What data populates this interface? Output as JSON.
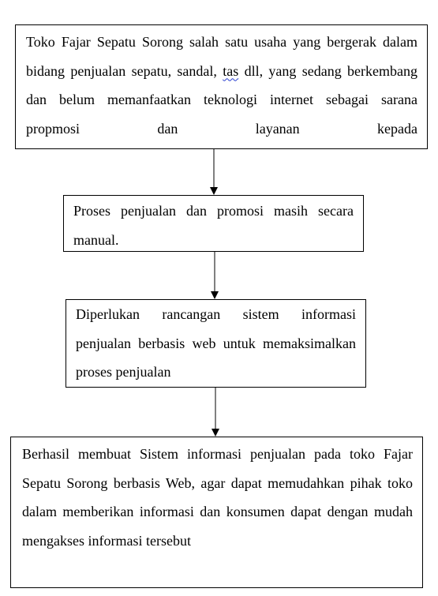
{
  "boxes": [
    {
      "text_before": "Toko Fajar Sepatu Sorong salah satu usaha yang bergerak dalam bidang penjualan sepatu, sandal, ",
      "text_flagged": "tas",
      "text_after": " dll, yang sedang berkembang dan belum memanfaatkan teknologi internet sebagai sarana propmosi dan layanan kepada"
    },
    {
      "text": "Proses penjualan dan promosi masih secara manual."
    },
    {
      "text": "Diperlukan rancangan sistem informasi penjualan berbasis web untuk memaksimalkan proses penjualan"
    },
    {
      "text": "Berhasil membuat Sistem informasi penjualan pada toko Fajar Sepatu Sorong berbasis Web, agar dapat memudahkan pihak toko dalam memberikan informasi dan konsumen dapat dengan mudah mengakses informasi tersebut"
    }
  ],
  "colors": {
    "border": "#000000",
    "spellcheck_underline": "#2a3fd0"
  }
}
